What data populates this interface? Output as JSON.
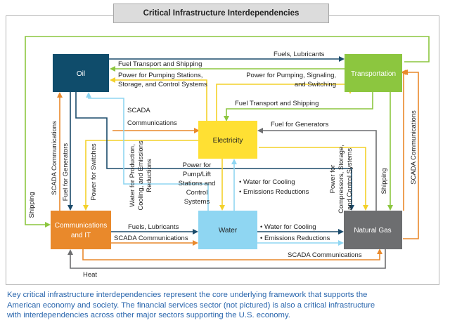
{
  "title": "Critical Infrastructure Interdependencies",
  "nodes": {
    "oil": "Oil",
    "transportation": "Transportation",
    "electricity": "Electricity",
    "communications_line1": "Communications",
    "communications_line2": "and IT",
    "water": "Water",
    "natural_gas": "Natural Gas"
  },
  "labels": {
    "fuels_lubricants_top": "Fuels, Lubricants",
    "fuel_transport_shipping_top": "Fuel Transport and Shipping",
    "power_pumping_stations_1": "Power for Pumping Stations,",
    "power_pumping_stations_2": "Storage, and Control Systems",
    "power_pumping_signaling_1": "Power for Pumping, Signaling,",
    "power_pumping_signaling_2": "and Switching",
    "fuel_transport_shipping_mid": "Fuel Transport and Shipping",
    "scada_comm_1": "SCADA",
    "scada_comm_2": "Communications",
    "fuel_for_generators_right": "Fuel for Generators",
    "scada_comm_left_vertical": "SCADA Communications",
    "fuel_for_generators_vertical": "Fuel for Generators",
    "power_for_switches": "Power for Switches",
    "water_production_1": "Water for Production,",
    "water_production_2": "Cooling, and Emissions",
    "water_production_3": "Reductions",
    "power_pump_lift_1": "Power for",
    "power_pump_lift_2": "Pump/Lift",
    "power_pump_lift_3": "Stations and",
    "power_pump_lift_4": "Control",
    "power_pump_lift_5": "Systems",
    "water_cooling_mid": "• Water for Cooling",
    "emissions_mid": "• Emissions Reductions",
    "power_compressors_1": "Power for",
    "power_compressors_2": "Compressors, Storage,",
    "power_compressors_3": "and Control Systems",
    "shipping_right": "Shipping",
    "scada_comm_right_vertical": "SCADA Communications",
    "shipping_left": "Shipping",
    "fuels_lubricants_bottom": "Fuels, Lubricants",
    "scada_comm_bottom": "SCADA Communications",
    "water_cooling_bottom": "• Water for Cooling",
    "emissions_bottom": "• Emissions Reductions",
    "scada_comm_bottom_line": "SCADA Communications",
    "heat": "Heat"
  },
  "colors": {
    "oil": "#0f4c6b",
    "transportation": "#8cc63f",
    "electricity": "#ffe033",
    "communications": "#e9892b",
    "water": "#8fd6f2",
    "natural_gas": "#6d6e70",
    "arrow_navy": "#1b4b6b",
    "arrow_green": "#8cc63f",
    "arrow_yellow": "#f3d12a",
    "arrow_orange": "#e9892b",
    "arrow_blue": "#8fd6f2",
    "arrow_gray": "#6d6e70",
    "caption": "#2a66ad"
  },
  "caption_line1": "Key critical infrastructure interdependencies represent the core underlying framework that supports the",
  "caption_line2": "American economy and society. The financial services sector (not pictured) is also a critical infrastructure",
  "caption_line3": "with interdependencies across other major sectors supporting the U.S. economy."
}
